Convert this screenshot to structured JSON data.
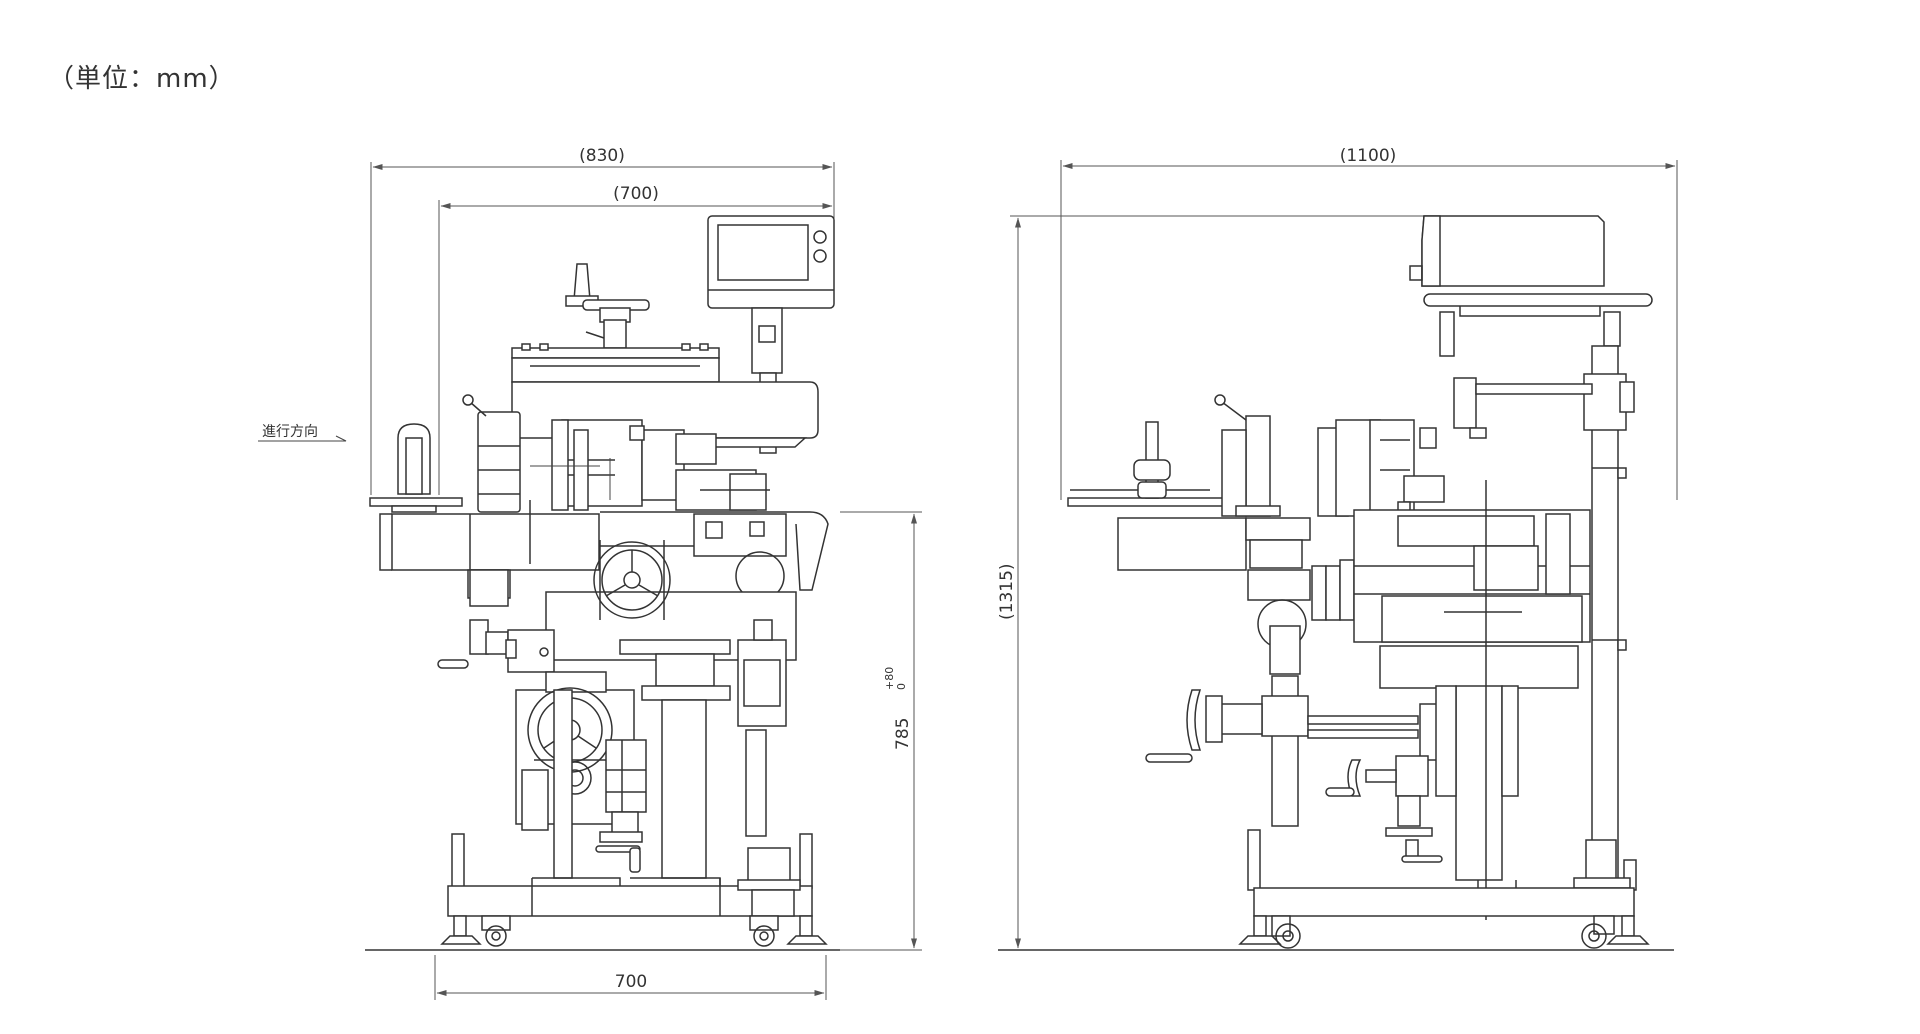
{
  "unit_note": "（単位：mm）",
  "dimensions": {
    "front_overall_width": "(830)",
    "front_width": "(700)",
    "front_base_width": "700",
    "front_height_main": "785",
    "front_height_tol_upper": "+80",
    "front_height_tol_lower": "0",
    "side_overall_width": "(1100)",
    "side_overall_height": "(1315)"
  },
  "flow_direction_label": "進行方向"
}
